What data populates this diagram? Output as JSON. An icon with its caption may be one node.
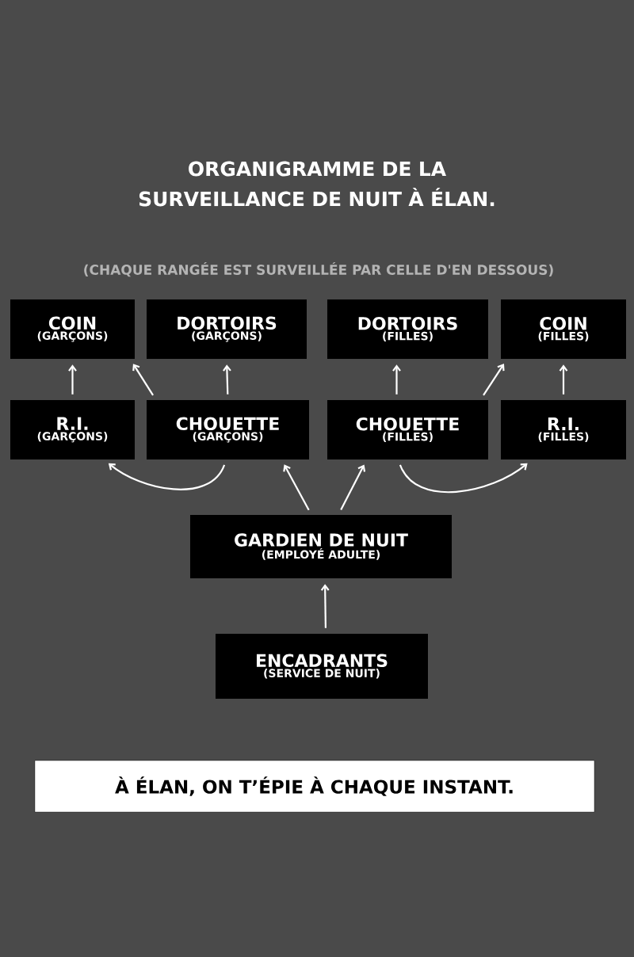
{
  "diagram": {
    "title": "ORGANIGRAMME DE LA SURVEILLANCE DE NUIT À ÉLAN.",
    "nodes": [
      {
        "text": [
          "COIN",
          "(GARÇONS)"
        ]
      },
      {
        "text": [
          "DORTOIRS",
          "(GARÇONS)"
        ]
      },
      {
        "text": [
          "DORTOIRS",
          "(FILLES)"
        ]
      },
      {
        "text": [
          "COIN",
          "(FILLES)"
        ]
      },
      {
        "text": [
          "R.I.",
          "(GARÇONS)"
        ]
      },
      {
        "text": [
          "CHOUETTE",
          "(GARÇONS)"
        ]
      },
      {
        "text": [
          "CHOUETTE",
          "(FILLES)"
        ]
      },
      {
        "text": [
          "R.I.",
          "(FILLES)"
        ]
      },
      {
        "text": [
          "GARDIEN DE NUIT",
          "(EMPLOYÉ ADULTE)"
        ]
      },
      {
        "text": [
          "ENCADRANTS",
          "(SERVICE DE NUIT)"
        ]
      },
      {
        "text": [
          "À ÉLAN, ON T’ÉPIE À CHAQUE INSTANT."
        ]
      }
    ],
    "edges": [
      {
        "from": 4,
        "to": 0,
        "arrow": "to"
      },
      {
        "from": 5,
        "to": 0,
        "arrow": "to"
      },
      {
        "from": 5,
        "to": 1,
        "arrow": "to"
      },
      {
        "from": 6,
        "to": 2,
        "arrow": "to"
      },
      {
        "from": 6,
        "to": 3,
        "arrow": "to"
      },
      {
        "from": 7,
        "to": 3,
        "arrow": "to"
      },
      {
        "from": 5,
        "to": 4,
        "arrow": "to"
      },
      {
        "from": 6,
        "to": 7,
        "arrow": "to"
      },
      {
        "from": 8,
        "to": 5,
        "arrow": "to"
      },
      {
        "from": 8,
        "to": 6,
        "arrow": "to"
      },
      {
        "from": 9,
        "to": 8,
        "arrow": "to"
      }
    ],
    "labels": [
      "(CHAQUE RANGÉE EST SURVEILLÉE PAR CELLE D'EN DESSOUS)"
    ]
  }
}
